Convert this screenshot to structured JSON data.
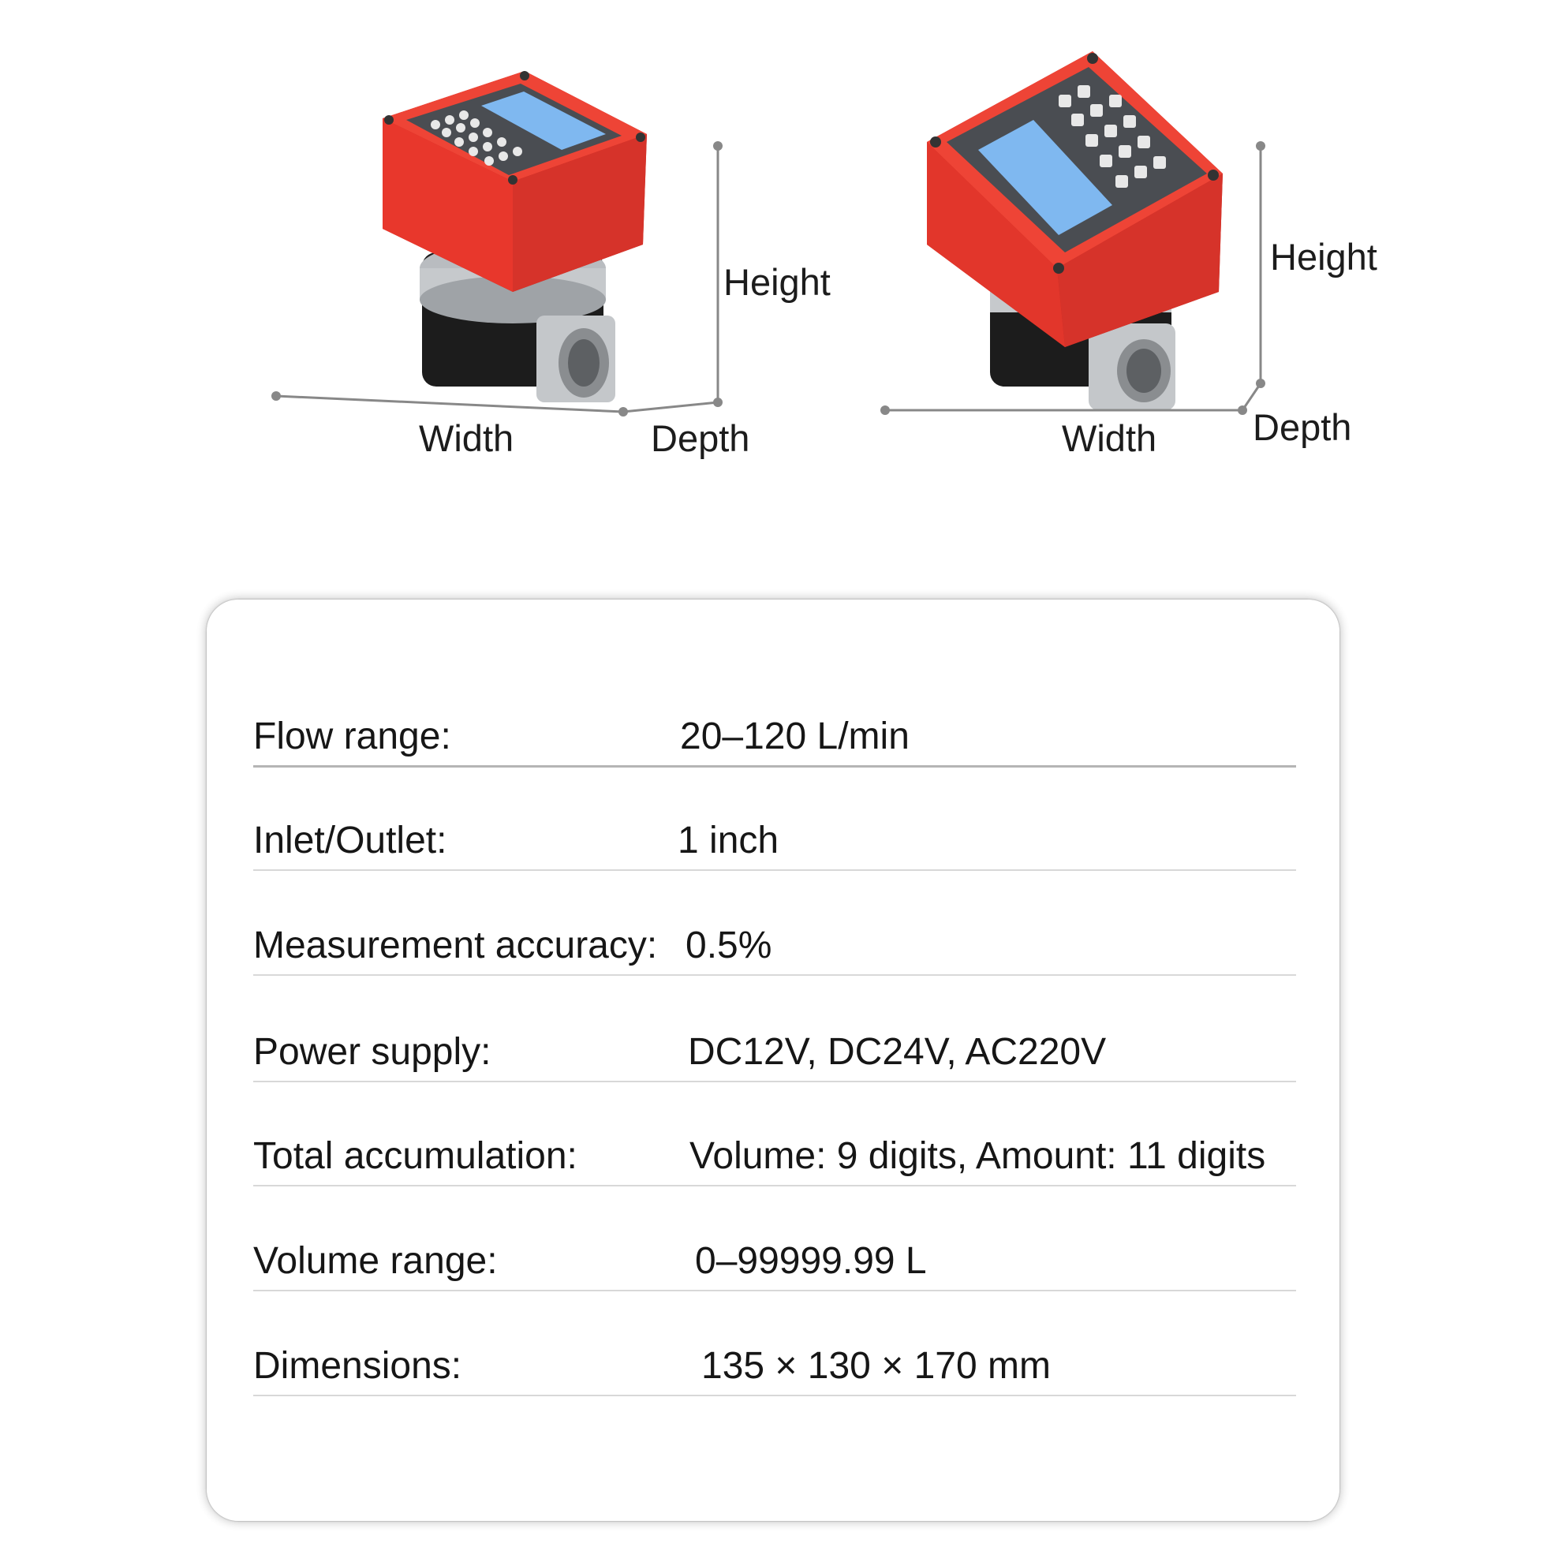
{
  "figures": {
    "left": {
      "height_label": "Height",
      "width_label": "Width",
      "depth_label": "Depth"
    },
    "right": {
      "height_label": "Height",
      "width_label": "Width",
      "depth_label": "Depth"
    }
  },
  "specs": [
    {
      "label": "Flow range:",
      "value": "20–120 L/min"
    },
    {
      "label": "Inlet/Outlet:",
      "value": "1 inch"
    },
    {
      "label": "Measurement accuracy:",
      "value": "0.5%"
    },
    {
      "label": "Power supply:",
      "value": "DC12V, DC24V, AC220V"
    },
    {
      "label": "Total accumulation:",
      "value": "Volume: 9 digits, Amount: 11 digits"
    },
    {
      "label": "Volume range:",
      "value": "0–99999.99 L"
    },
    {
      "label": "Dimensions:",
      "value": "135 × 130 × 170 mm"
    }
  ],
  "colors": {
    "housing": "#e8372c",
    "lcd": "#7fb8f0",
    "metal": "#b9bcc0",
    "dim_line": "#888888"
  }
}
